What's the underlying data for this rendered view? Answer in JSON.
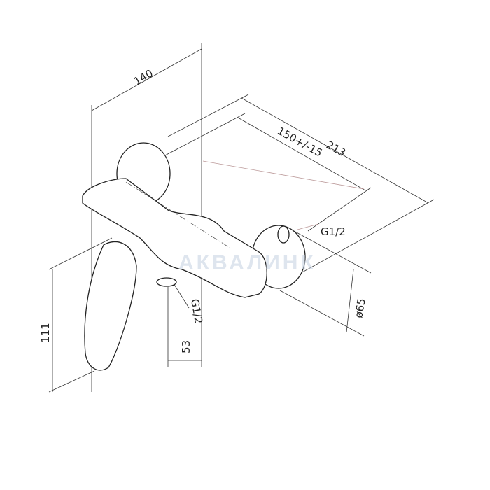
{
  "drawing": {
    "watermark": "АКВАЛИНК",
    "dimensions": {
      "width_140": "140",
      "length_213": "213",
      "center_distance": "150+/-15",
      "inlet_thread": "G1/2",
      "outlet_thread": "G1/2",
      "flange_diameter": "ø65",
      "height_111": "111",
      "outlet_offset": "53"
    }
  }
}
